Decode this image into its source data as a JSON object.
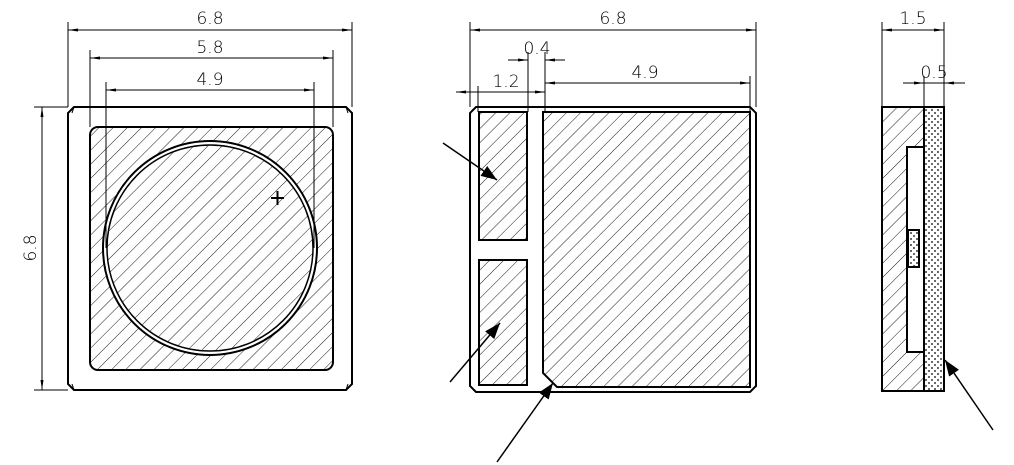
{
  "views": {
    "top": {
      "dim_overall_width": "6.8",
      "dim_inner_width": "5.8",
      "dim_lens_diameter": "4.9",
      "dim_overall_height": "6.8",
      "polarity_mark": "+"
    },
    "bottom": {
      "dim_overall_width": "6.8",
      "dim_gap": "0.4",
      "dim_small_pad": "1.2",
      "dim_large_pad": "4.9"
    },
    "side": {
      "dim_thickness": "1.5",
      "dim_layer": "0.5"
    }
  }
}
